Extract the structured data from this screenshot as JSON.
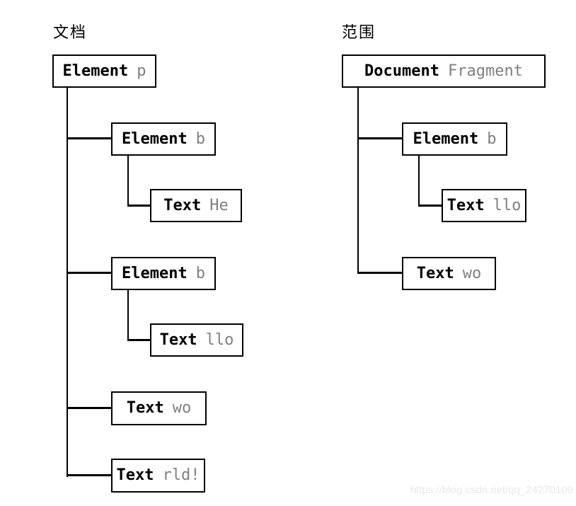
{
  "left_tree": {
    "title": "文档",
    "root": {
      "type": "Element",
      "name": "p"
    },
    "children": [
      {
        "type": "Element",
        "name": "b",
        "child": {
          "type": "Text",
          "name": "He"
        }
      },
      {
        "type": "Element",
        "name": "b",
        "child": {
          "type": "Text",
          "name": "llo"
        }
      },
      {
        "type": "Text",
        "name": "wo"
      },
      {
        "type": "Text",
        "name": "rld!"
      }
    ]
  },
  "right_tree": {
    "title": "范围",
    "root": {
      "type": "Document",
      "name": "Fragment"
    },
    "children": [
      {
        "type": "Element",
        "name": "b",
        "child": {
          "type": "Text",
          "name": "llo"
        }
      },
      {
        "type": "Text",
        "name": "wo"
      }
    ]
  },
  "watermark": {
    "text": "https://blog.csdn.net/qq_24270109"
  },
  "colors": {
    "line": "#000000",
    "box_border": "#000000",
    "primary_text": "#000000",
    "secondary_text": "#808080",
    "watermark_text": "#e8e8e8",
    "background": "#ffffff"
  }
}
